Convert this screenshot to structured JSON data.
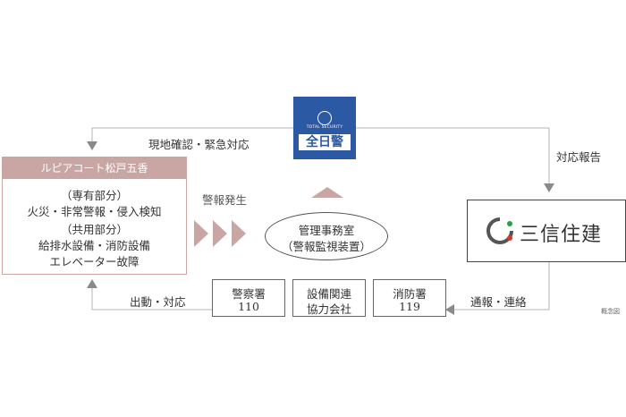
{
  "residence": {
    "title": "ルピアコート松戸五香",
    "private_label": "（専有部分）",
    "private_items": "火災・非常警報・侵入検知",
    "shared_label": "（共用部分）",
    "shared_items_1": "給排水設備・消防設備",
    "shared_items_2": "エレベーター故障"
  },
  "security_company": {
    "logo_small": "TOTAL SECURITY",
    "logo_main": "全日警"
  },
  "builder": {
    "name": "三信住建"
  },
  "office": {
    "line1": "管理事務室",
    "line2": "（警報監視装置）"
  },
  "boxes": [
    {
      "line1": "警察署",
      "line2": "110"
    },
    {
      "line1": "設備関連",
      "line2": "協力会社"
    },
    {
      "line1": "消防署",
      "line2": "119"
    }
  ],
  "labels": {
    "onsite": "現地確認・緊急対応",
    "response_report": "対応報告",
    "alarm": "警報発生",
    "dispatch": "出動・対応",
    "notify": "通報・連絡",
    "concept": "概念図"
  },
  "colors": {
    "accent_rose": "#c9a6a3",
    "security_blue": "#2c59a3",
    "arrow_gray": "#8a8a8a",
    "line_gray": "#b5b5b5"
  }
}
